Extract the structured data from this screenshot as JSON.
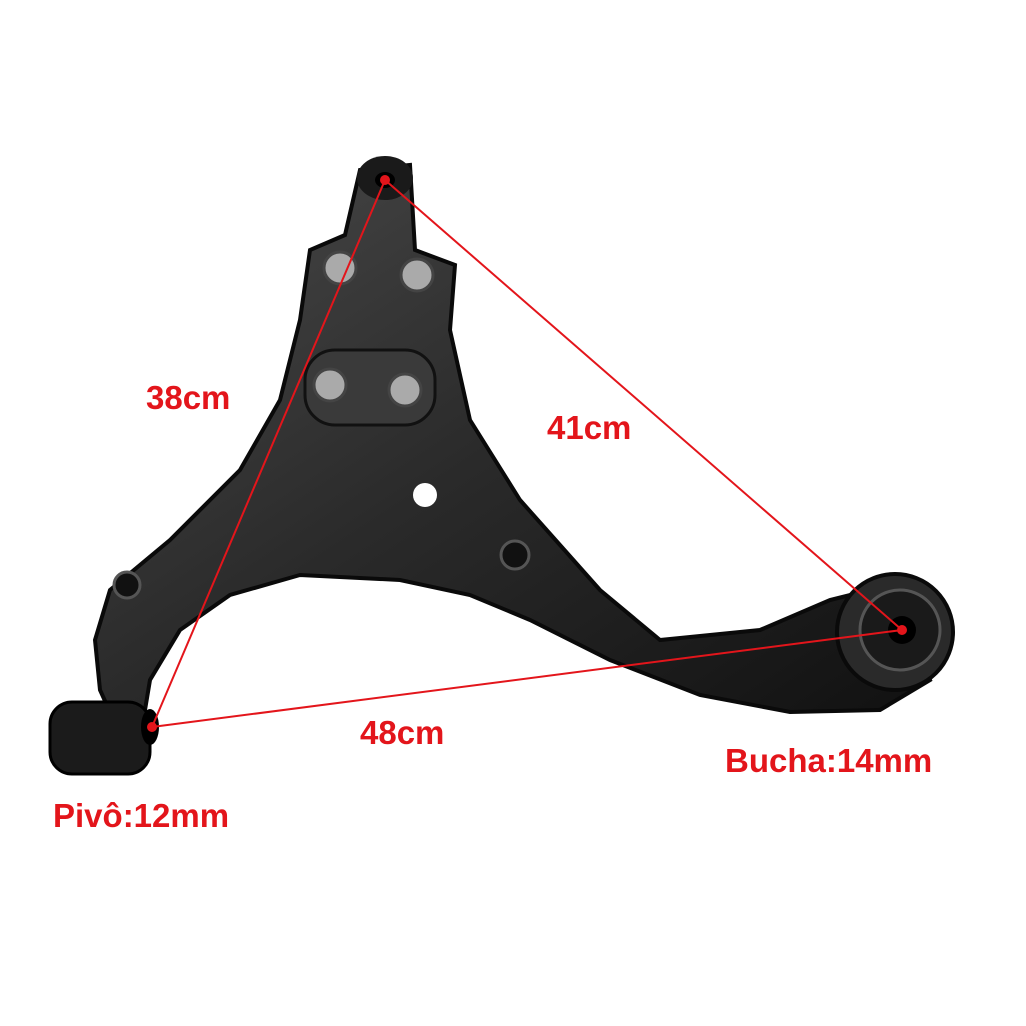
{
  "colors": {
    "annotation": "#e3151b",
    "part": "#222222"
  },
  "labels": {
    "pivot_to_top": "38cm",
    "top_to_bushing": "41cm",
    "pivot_to_bushing": "48cm",
    "bushing": "Bucha:14mm",
    "pivot": "Pivô:12mm"
  }
}
